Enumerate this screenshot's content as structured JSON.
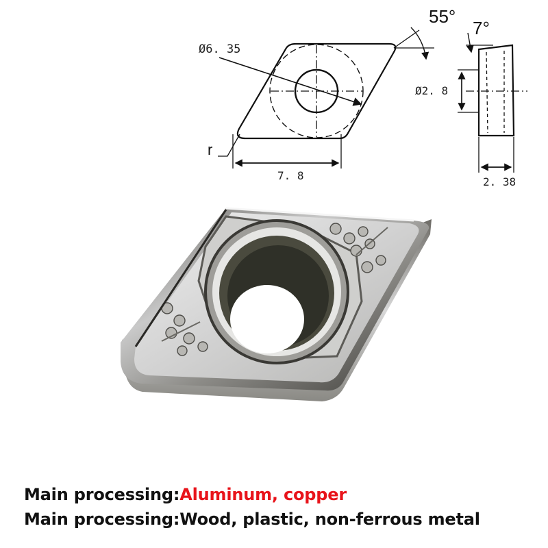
{
  "drawing": {
    "diameter_outer": "Ø6. 35",
    "diameter_hole": "Ø2. 8",
    "edge_length": "7. 8",
    "thickness": "2. 38",
    "corner_radius": "r",
    "nose_angle": "55°",
    "clearance_angle": "7°"
  },
  "captions": [
    {
      "prefix": "Main processing:",
      "value": "Aluminum, copper",
      "value_color": "#e8141b"
    },
    {
      "prefix": "Main processing:",
      "value": "Wood, plastic, non-ferrous metal",
      "value_color": "#111111"
    }
  ],
  "colors": {
    "line": "#111111",
    "highlight": "#e8141b",
    "insert_dark": "#2e2d2a",
    "insert_light": "#e4e4e4"
  }
}
